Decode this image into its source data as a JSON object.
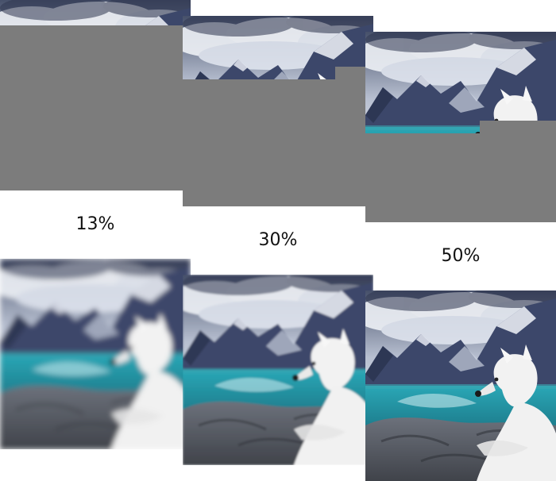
{
  "labels": {
    "first": "13%",
    "second": "30%",
    "third": "50%"
  },
  "colors": {
    "mask": "#7c7c7c",
    "sky_light": "#d9dde6",
    "sky_dark": "#4b5267",
    "mountain": "#3f4a6b",
    "snow": "#e7ebf2",
    "lake": "#2aa3b2",
    "rock": "#5b5f66",
    "dog": "#f0f0f0"
  },
  "progress": {
    "first": 0.13,
    "second": 0.3,
    "third": 0.5
  }
}
